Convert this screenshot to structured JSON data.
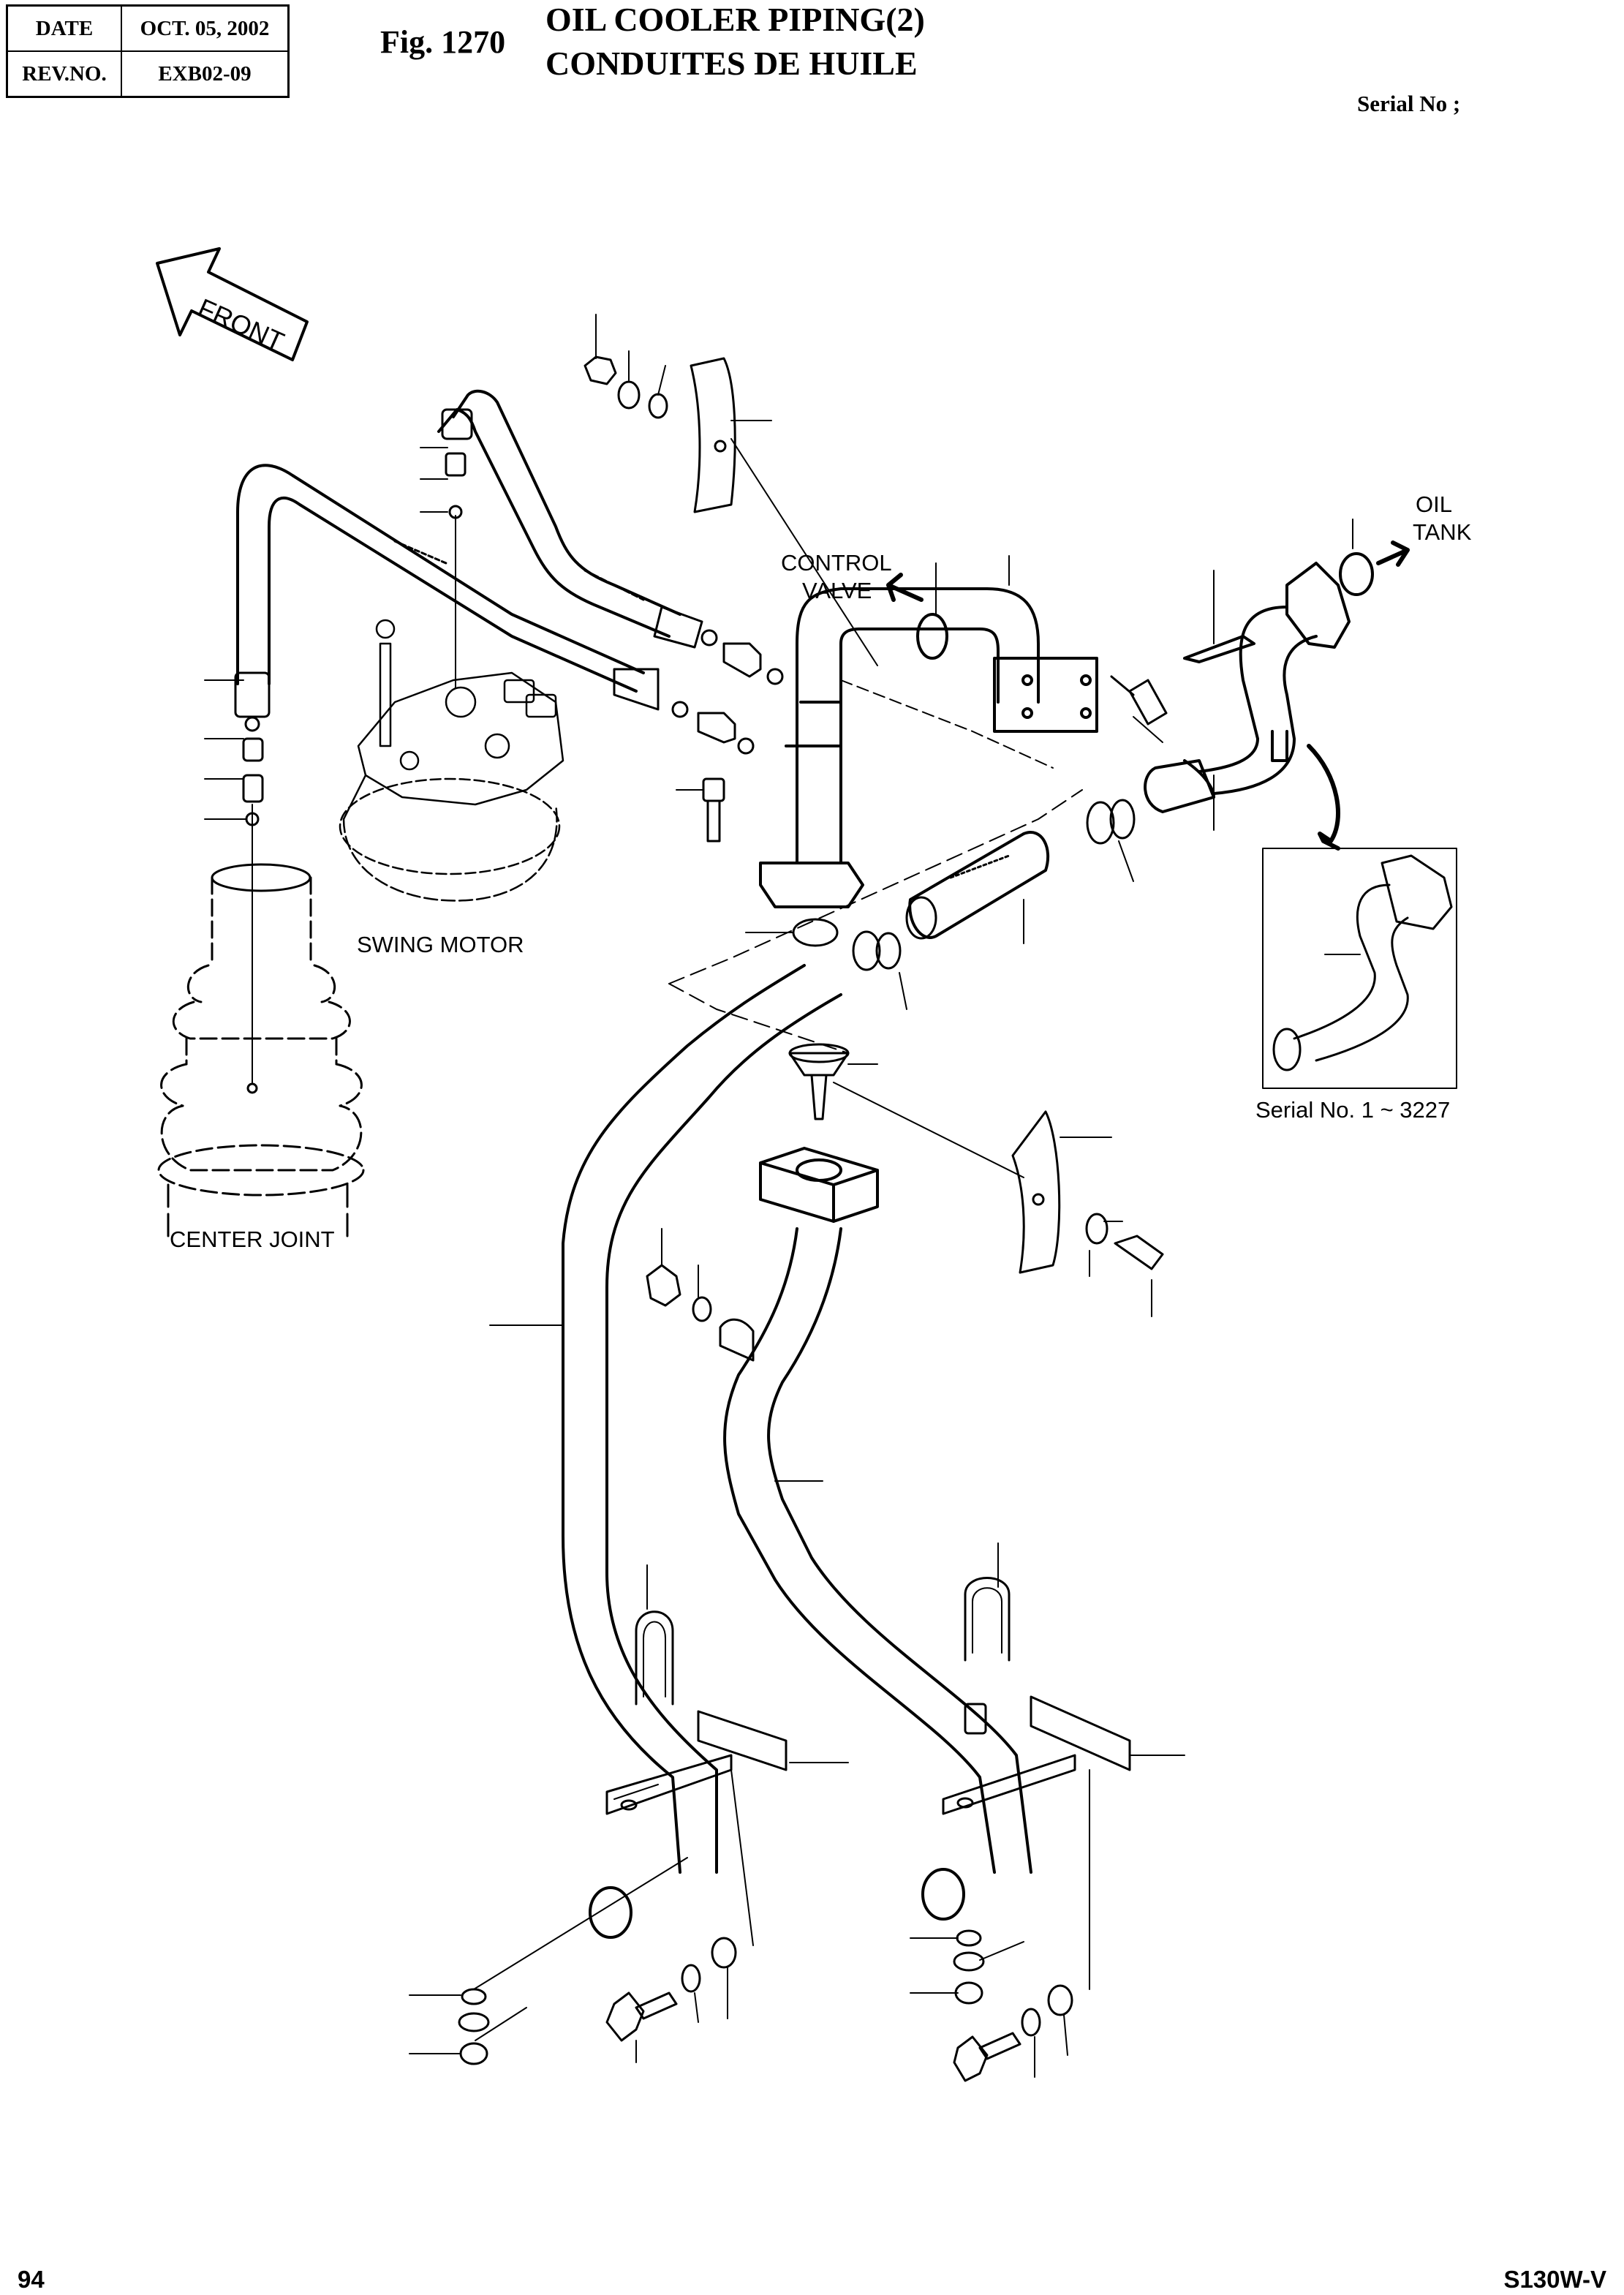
{
  "header": {
    "date_label": "DATE",
    "date_value": "OCT. 05, 2002",
    "rev_label": "REV.NO.",
    "rev_value": "EXB02-09",
    "fig_number": "Fig. 1270",
    "title_en": "OIL COOLER PIPING(2)",
    "title_fr": "CONDUITES DE HUILE",
    "serial_label": "Serial No ;"
  },
  "diagram": {
    "front_label": "FRONT",
    "oil_tank_line1": "OIL",
    "oil_tank_line2": "TANK",
    "control_valve_line1": "CONTROL",
    "control_valve_line2": "VALVE",
    "swing_motor_label": "SWING MOTOR",
    "center_joint_label": "CENTER JOINT",
    "inset_serial_label": "Serial No. 1 ~ 3227"
  },
  "footer": {
    "page_number": "94",
    "model": "S130W-V"
  }
}
